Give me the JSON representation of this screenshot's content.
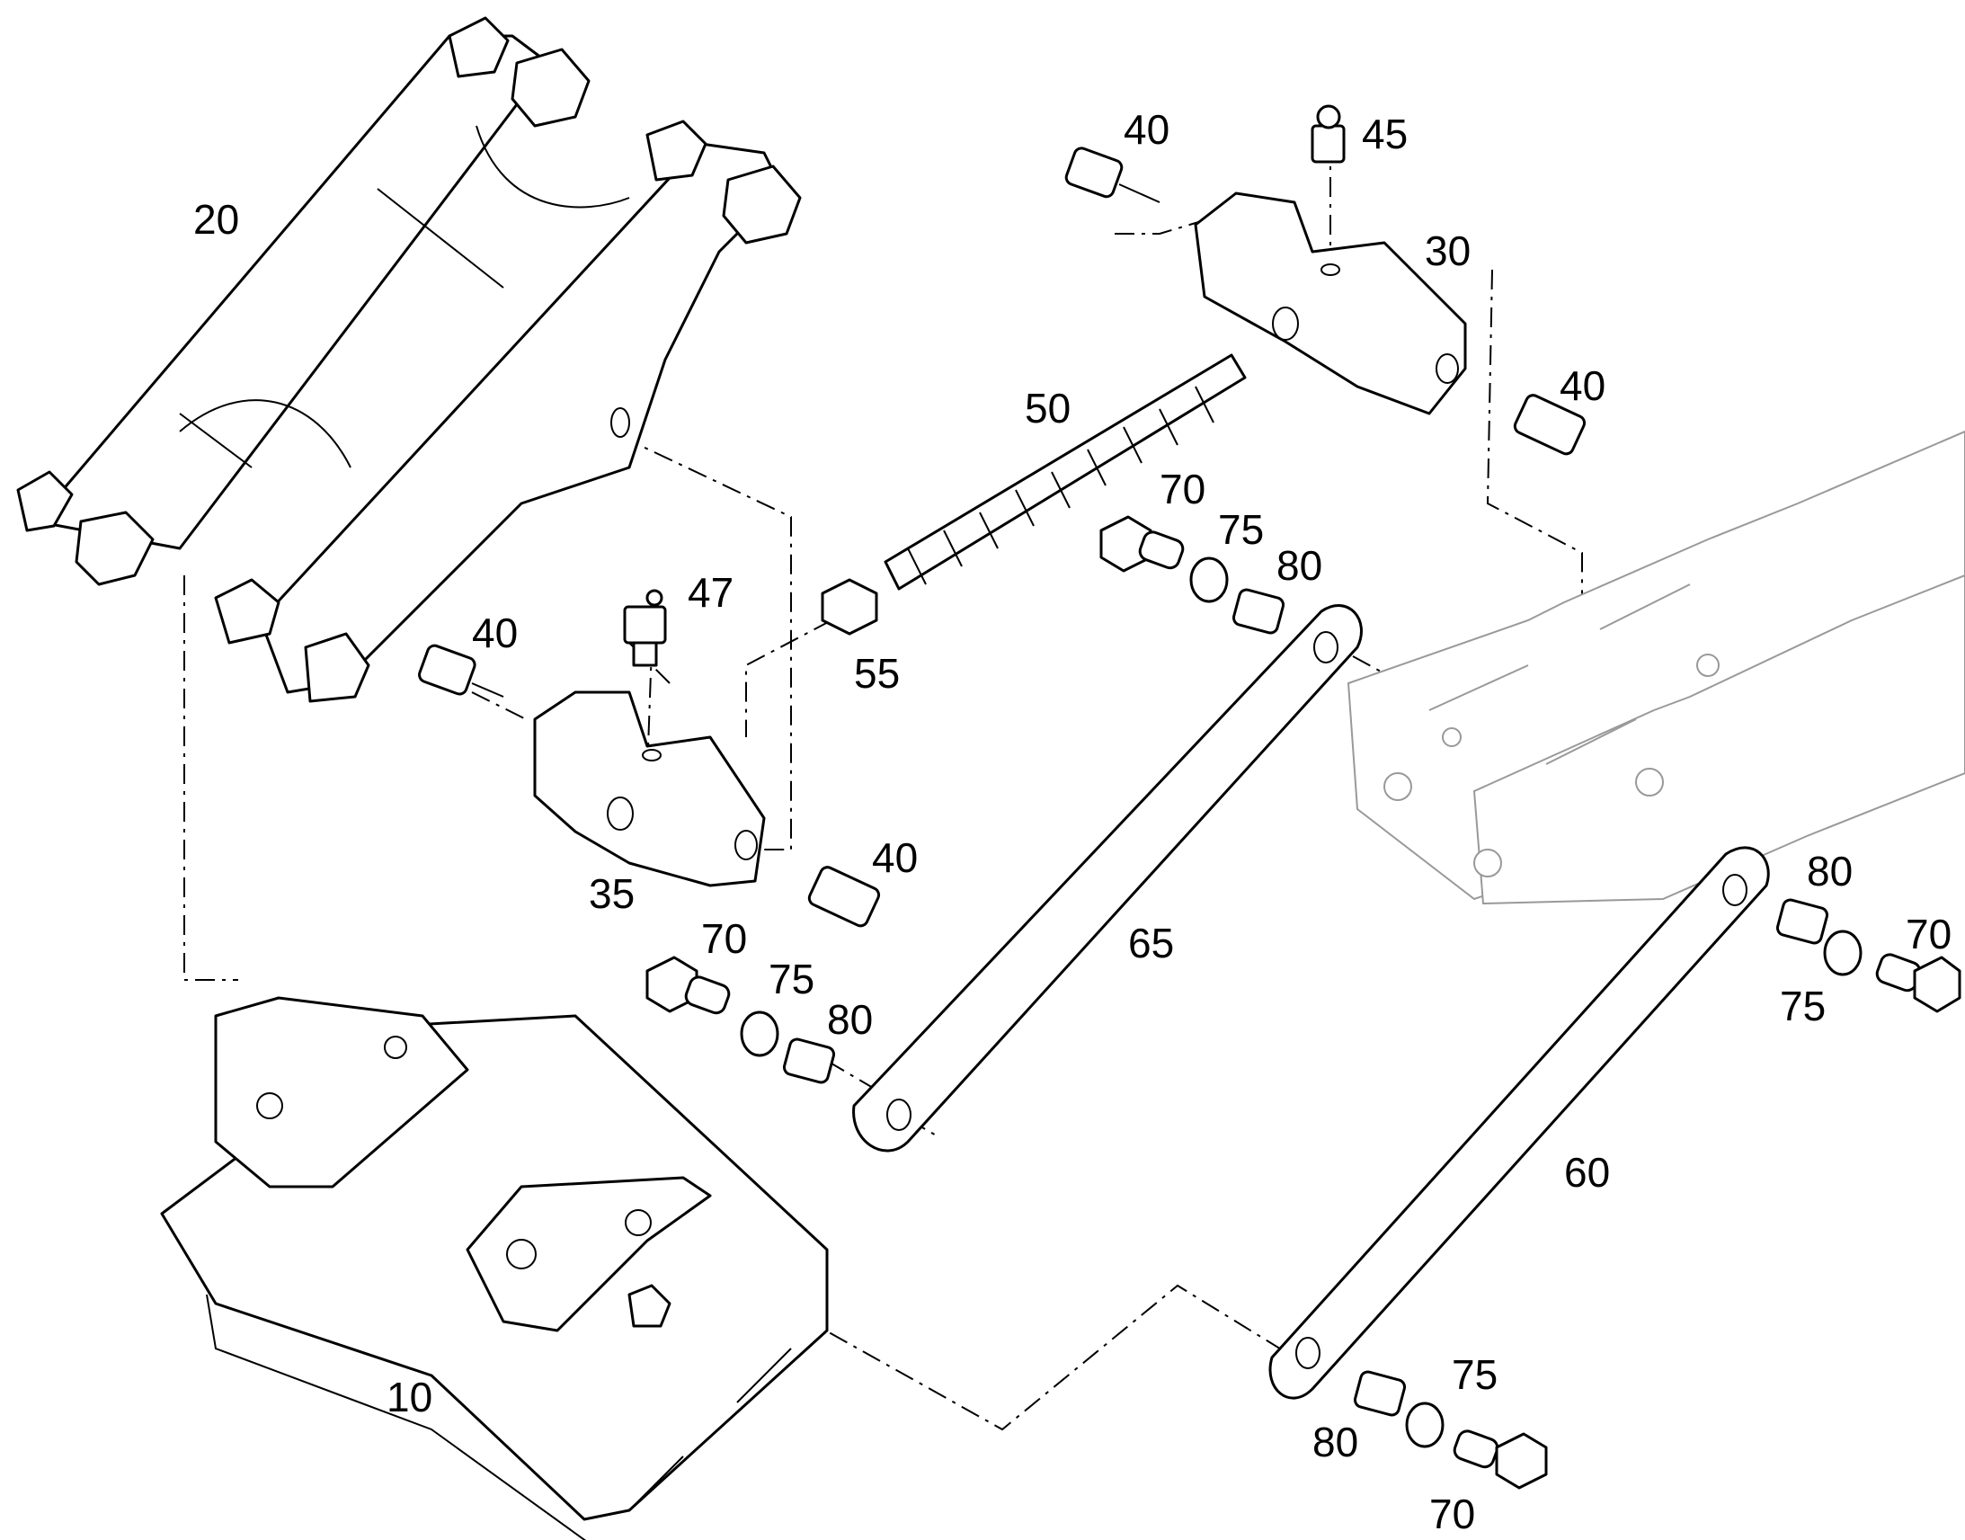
{
  "colors": {
    "line": "#000000",
    "background": "#ffffff",
    "ghost_line": "#999999"
  },
  "callouts": {
    "p10": "10",
    "p20": "20",
    "p30": "30",
    "p35": "35",
    "p40a": "40",
    "p40b": "40",
    "p40c": "40",
    "p40d": "40",
    "p45": "45",
    "p47": "47",
    "p50": "50",
    "p55": "55",
    "p60": "60",
    "p65": "65",
    "p70a": "70",
    "p70b": "70",
    "p70c": "70",
    "p70d": "70",
    "p75a": "75",
    "p75b": "75",
    "p75c": "75",
    "p75d": "75",
    "p80a": "80",
    "p80b": "80",
    "p80c": "80",
    "p80d": "80"
  }
}
